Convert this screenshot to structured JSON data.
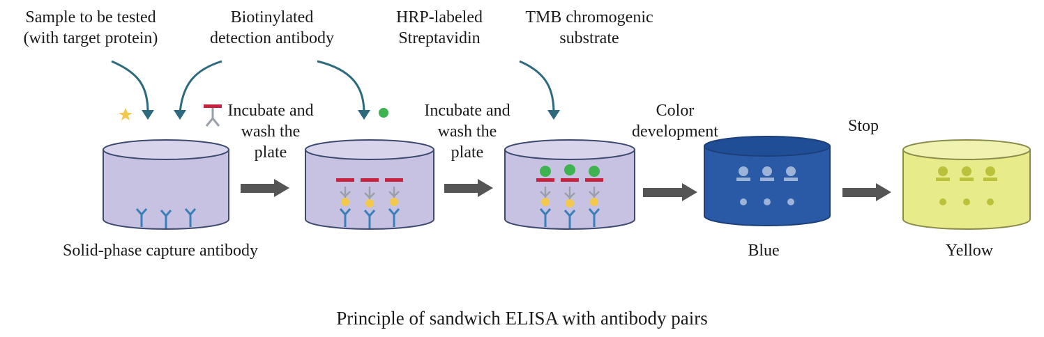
{
  "reagents": {
    "sample": "Sample to be tested\n(with target protein)",
    "detection_antibody": "Biotinylated\ndetection antibody",
    "streptavidin": "HRP-labeled\nStreptavidin",
    "substrate": "TMB chromogenic\nsubstrate"
  },
  "steps": {
    "step1": "Incubate and\nwash the\nplate",
    "step2": "Incubate and\nwash the\nplate",
    "step3": "Color\ndevelopment",
    "step4": "Stop"
  },
  "wells": {
    "capture": "Solid-phase capture antibody",
    "blue": "Blue",
    "yellow": "Yellow"
  },
  "caption": "Principle of sandwich ELISA with antibody pairs",
  "colors": {
    "well_fill": "#c7c2e2",
    "well_stroke": "#3d4a6e",
    "blue_well": "#2a5aa6",
    "yellow_well": "#e8eb8a",
    "arrow": "#555555",
    "pointer": "#2e6a7d",
    "antibody": "#3a7fb8",
    "protein": "#f2c94c",
    "biotin": "#c8213d",
    "hrp": "#3fb34f"
  }
}
